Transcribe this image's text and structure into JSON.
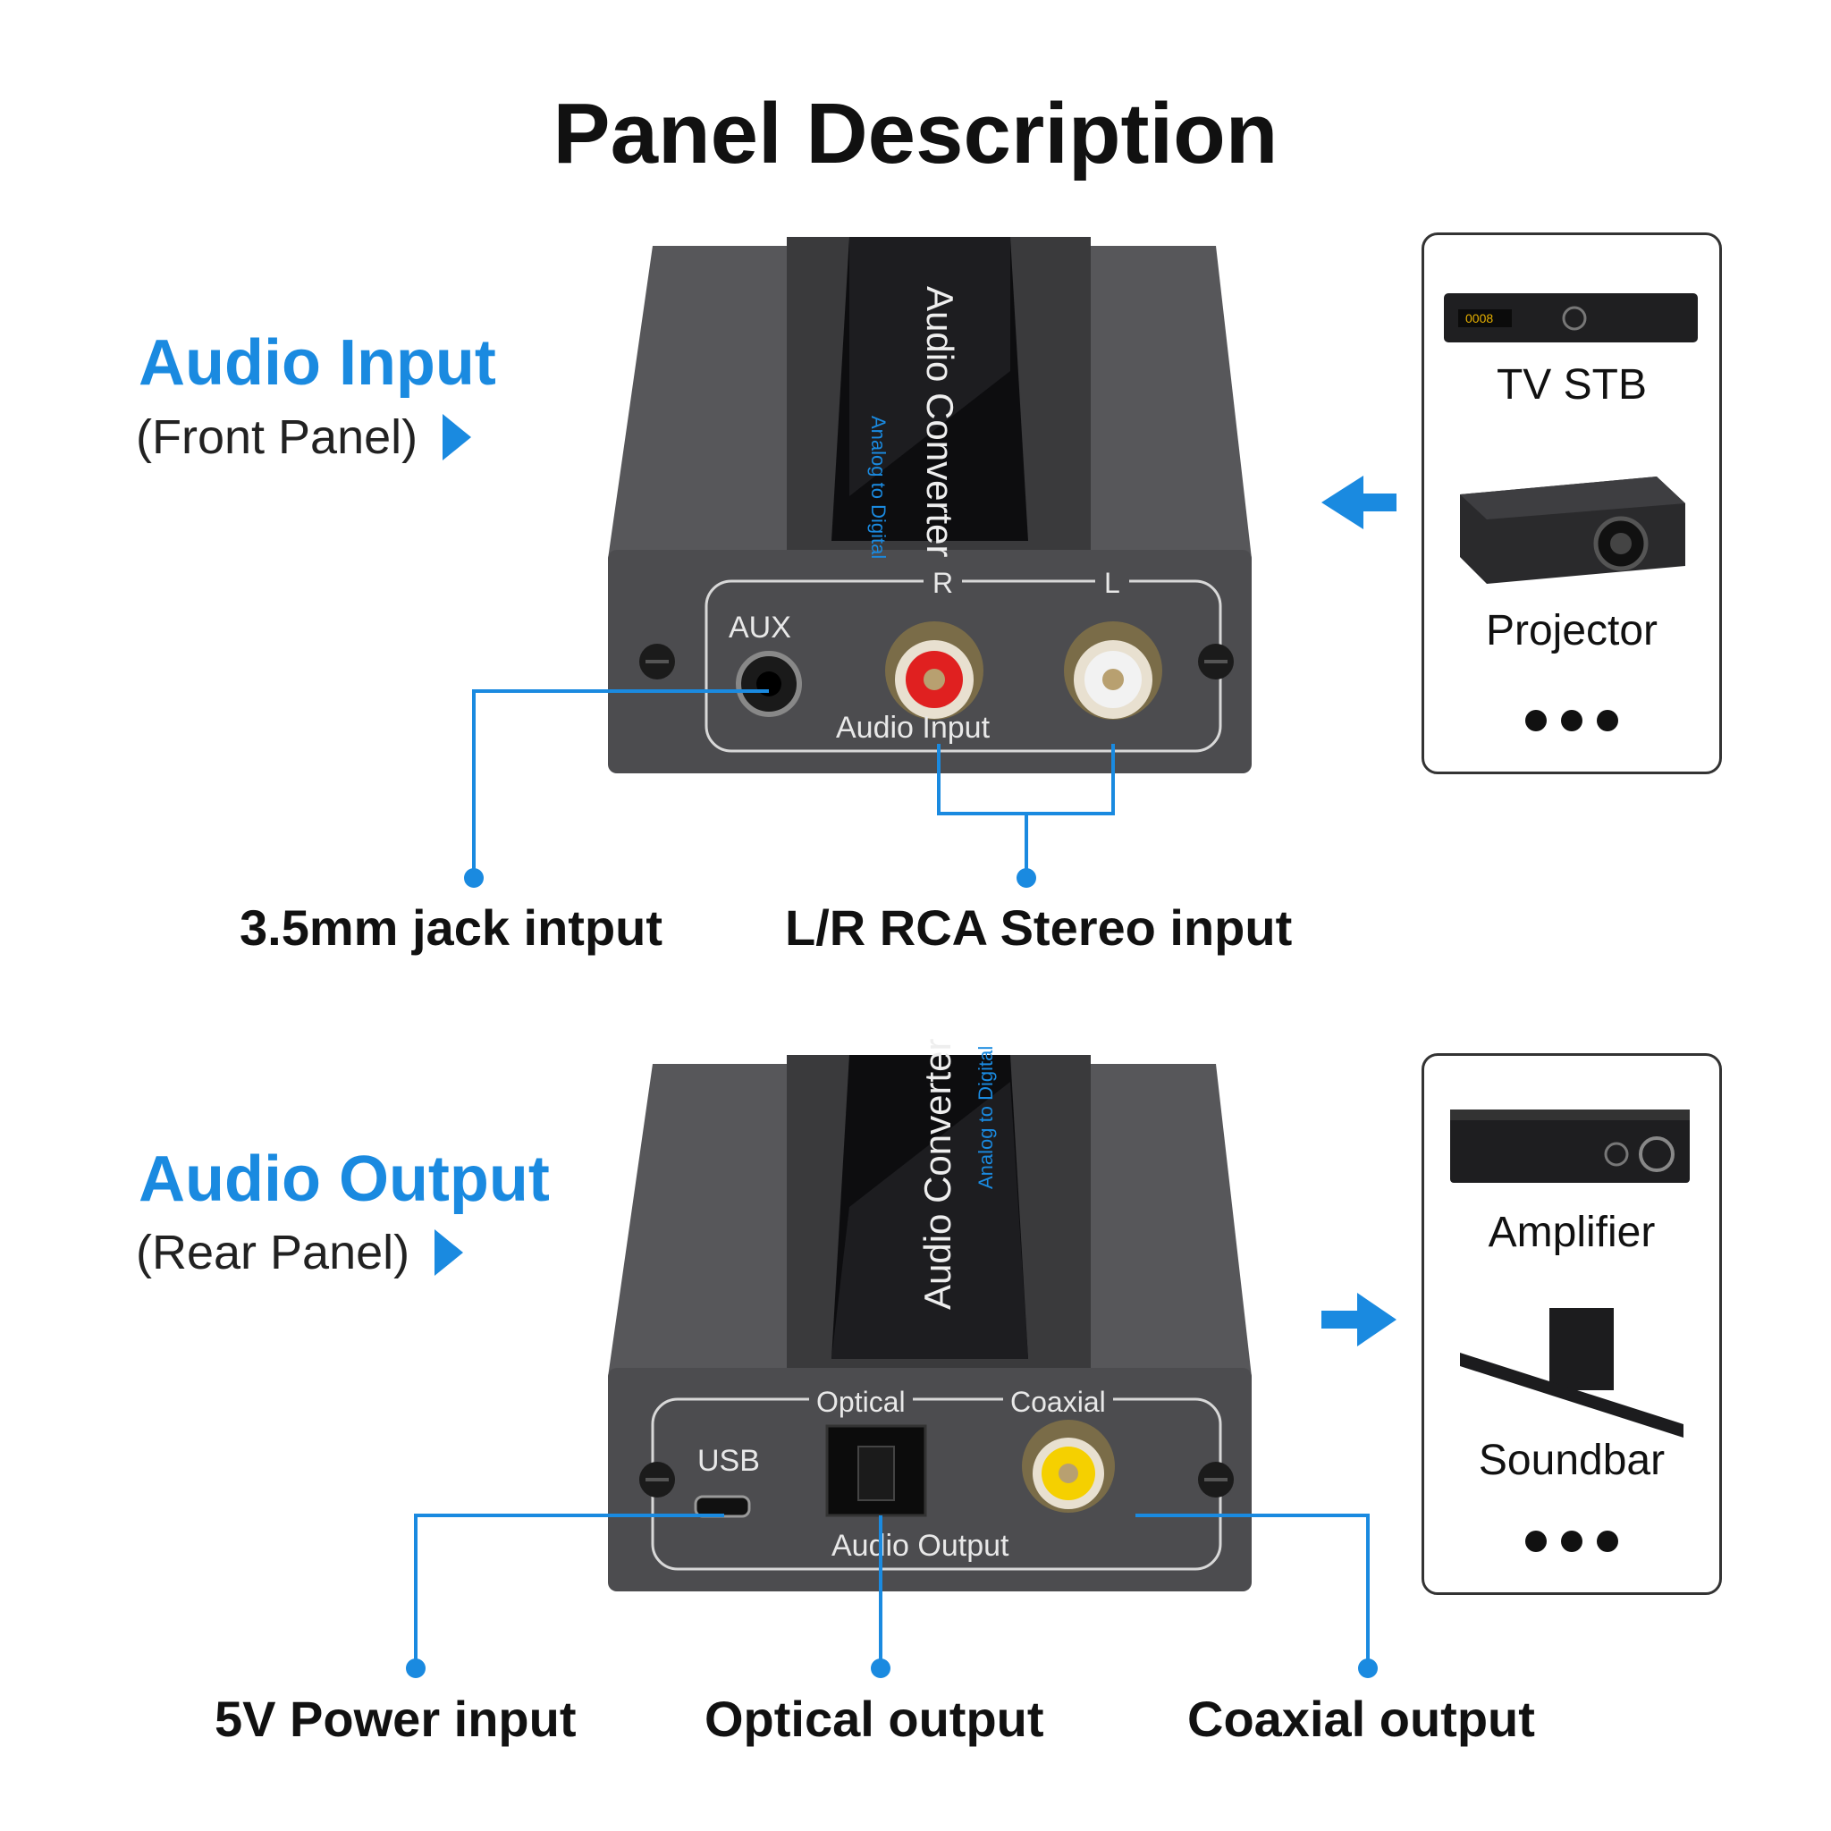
{
  "title": "Panel Description",
  "input_section": {
    "title": "Audio Input",
    "subtitle": "(Front Panel)",
    "device_text": "Audio Converter",
    "device_subtext": "Analog to Digital",
    "panel_labels": {
      "aux": "AUX",
      "r": "R",
      "l": "L",
      "panel": "Audio Input"
    },
    "callouts": [
      "3.5mm jack intput",
      "L/R RCA Stereo input"
    ],
    "sources": [
      {
        "label": "TV STB",
        "icon": "tv-stb-icon"
      },
      {
        "label": "Projector",
        "icon": "projector-icon"
      }
    ]
  },
  "output_section": {
    "title": "Audio Output",
    "subtitle": "(Rear Panel)",
    "device_text": "Audio Converter",
    "device_subtext": "Analog to Digital",
    "panel_labels": {
      "usb": "USB",
      "optical": "Optical",
      "coaxial": "Coaxial",
      "panel": "Audio Output"
    },
    "callouts": [
      "5V Power input",
      "Optical output",
      "Coaxial output"
    ],
    "targets": [
      {
        "label": "Amplifier",
        "icon": "amplifier-icon"
      },
      {
        "label": "Soundbar",
        "icon": "soundbar-icon"
      }
    ]
  },
  "colors": {
    "accent": "#1a8ae0",
    "device_body": "#4a4a4c",
    "rca_red": "#e02020",
    "rca_white": "#f2f2f2",
    "rca_yellow": "#f5d000"
  }
}
